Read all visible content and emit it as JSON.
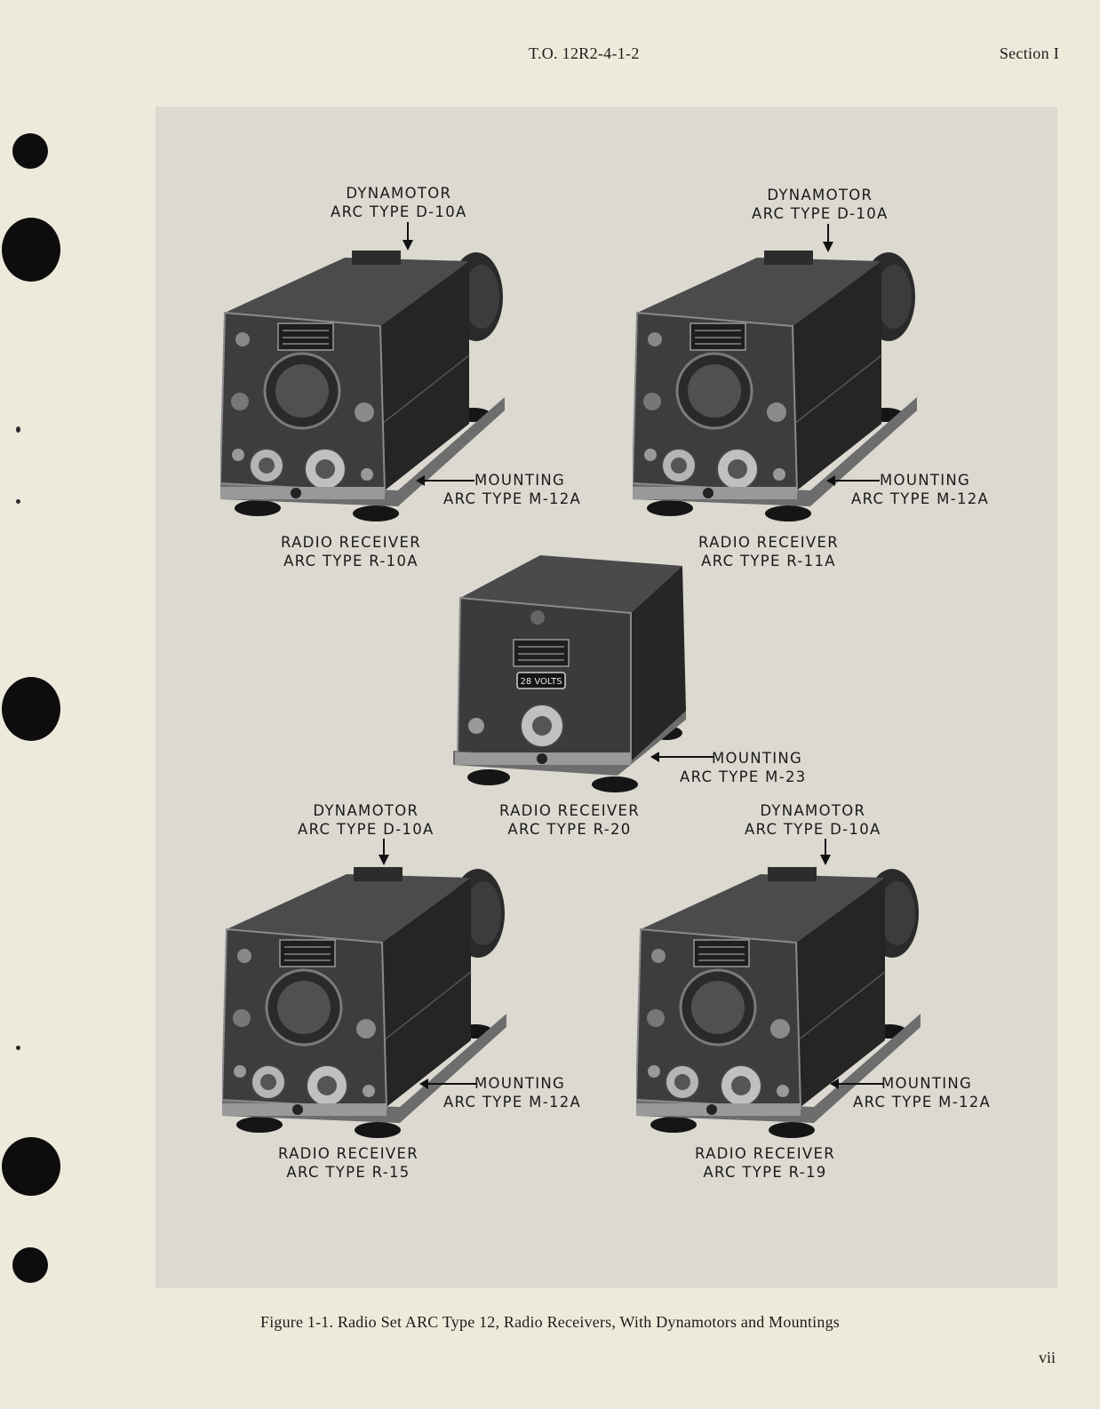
{
  "header": {
    "center": "T.O. 12R2-4-1-2",
    "right": "Section I"
  },
  "figure": {
    "units": [
      {
        "dynamotor": [
          "DYNAMOTOR",
          "ARC TYPE D-10A"
        ],
        "mounting": [
          "MOUNTING",
          "ARC TYPE M-12A"
        ],
        "receiver": [
          "RADIO RECEIVER",
          "ARC TYPE R-10A"
        ]
      },
      {
        "dynamotor": [
          "DYNAMOTOR",
          "ARC TYPE D-10A"
        ],
        "mounting": [
          "MOUNTING",
          "ARC TYPE M-12A"
        ],
        "receiver": [
          "RADIO RECEIVER",
          "ARC TYPE R-11A"
        ]
      },
      {
        "mounting": [
          "MOUNTING",
          "ARC TYPE M-23"
        ],
        "receiver": [
          "RADIO RECEIVER",
          "ARC TYPE R-20"
        ],
        "plate_text": "28 VOLTS"
      },
      {
        "dynamotor": [
          "DYNAMOTOR",
          "ARC TYPE D-10A"
        ],
        "mounting": [
          "MOUNTING",
          "ARC TYPE M-12A"
        ],
        "receiver": [
          "RADIO RECEIVER",
          "ARC TYPE R-15"
        ]
      },
      {
        "dynamotor": [
          "DYNAMOTOR",
          "ARC TYPE D-10A"
        ],
        "mounting": [
          "MOUNTING",
          "ARC TYPE M-12A"
        ],
        "receiver": [
          "RADIO RECEIVER",
          "ARC TYPE R-19"
        ]
      }
    ]
  },
  "caption": "Figure 1-1.  Radio Set ARC Type 12, Radio Receivers, With Dynamotors and Mountings",
  "page_number": "vii"
}
